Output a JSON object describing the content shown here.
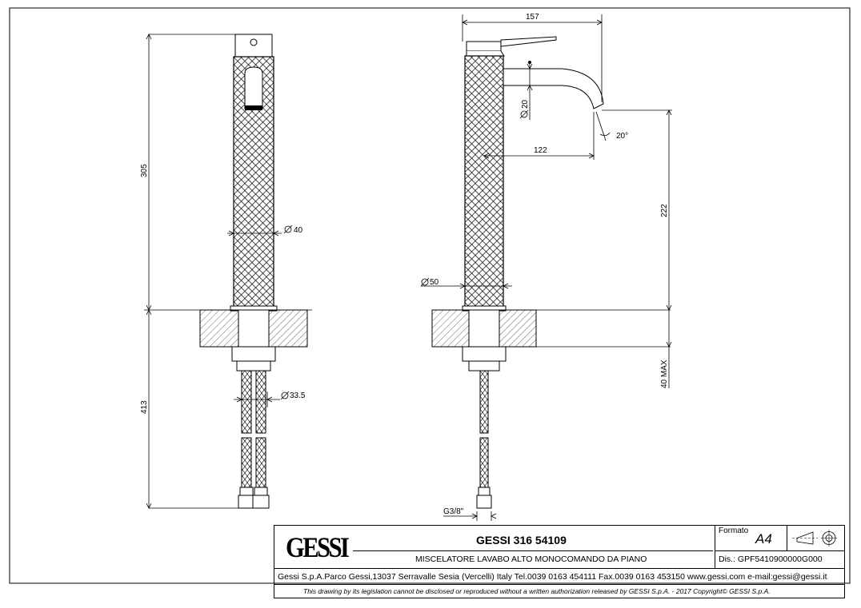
{
  "dimensions": {
    "front_height_top": "305",
    "front_height_bottom": "413",
    "front_body_diameter": "40",
    "front_hose_diameter": "33.5",
    "side_total_width": "157",
    "side_spout_diameter": "20",
    "side_spout_reach": "122",
    "side_spout_angle": "20°",
    "side_spout_height": "222",
    "side_body_diameter": "50",
    "side_max_deck": "40 MAX",
    "side_thread": "G3/8\""
  },
  "title_block": {
    "logo": "GESSI",
    "product_code": "GESSI 316 54109",
    "product_description": "MISCELATORE LAVABO ALTO MONOCOMANDO DA PIANO",
    "formato_label": "Formato",
    "formato_value": "A4",
    "dis": "Dis.: GPF5410900000G000",
    "address": "Gessi S.p.A.Parco Gessi,13037 Serravalle Sesia (Vercelli) Italy Tel.0039 0163 454111 Fax.0039 0163 453150 www.gessi.com e-mail:gessi@gessi.it",
    "copyright": "This drawing by its legislation cannot be disclosed or reproduced without a written authorization released by GESSI S.p.A. - 2017 Copyright© GESSI S.p.A."
  }
}
